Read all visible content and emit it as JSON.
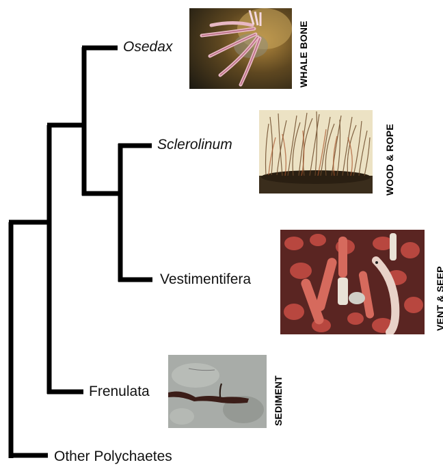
{
  "taxa": {
    "osedax": "Osedax",
    "sclerolinum": "Sclerolinum",
    "vestimentifera": "Vestimentifera",
    "frenulata": "Frenulata",
    "other": "Other Polychaetes"
  },
  "habitats": {
    "whale_bone": "WHALE BONE",
    "wood_rope": "WOOD & ROPE",
    "vent_seep": "VENT & SEEP",
    "sediment": "SEDIMENT"
  },
  "photos": {
    "whale_bone": "worms with pink plumes on whale bone",
    "wood_rope": "hair-like worm tubes on wood and rope",
    "vent_seep": "tubeworm cluster at vent with fish and crab",
    "sediment": "thin tube in sediment"
  },
  "colors": {
    "branch": "#000000",
    "vent_red": "#b8473f",
    "sediment_grey": "#9fa3a0"
  }
}
